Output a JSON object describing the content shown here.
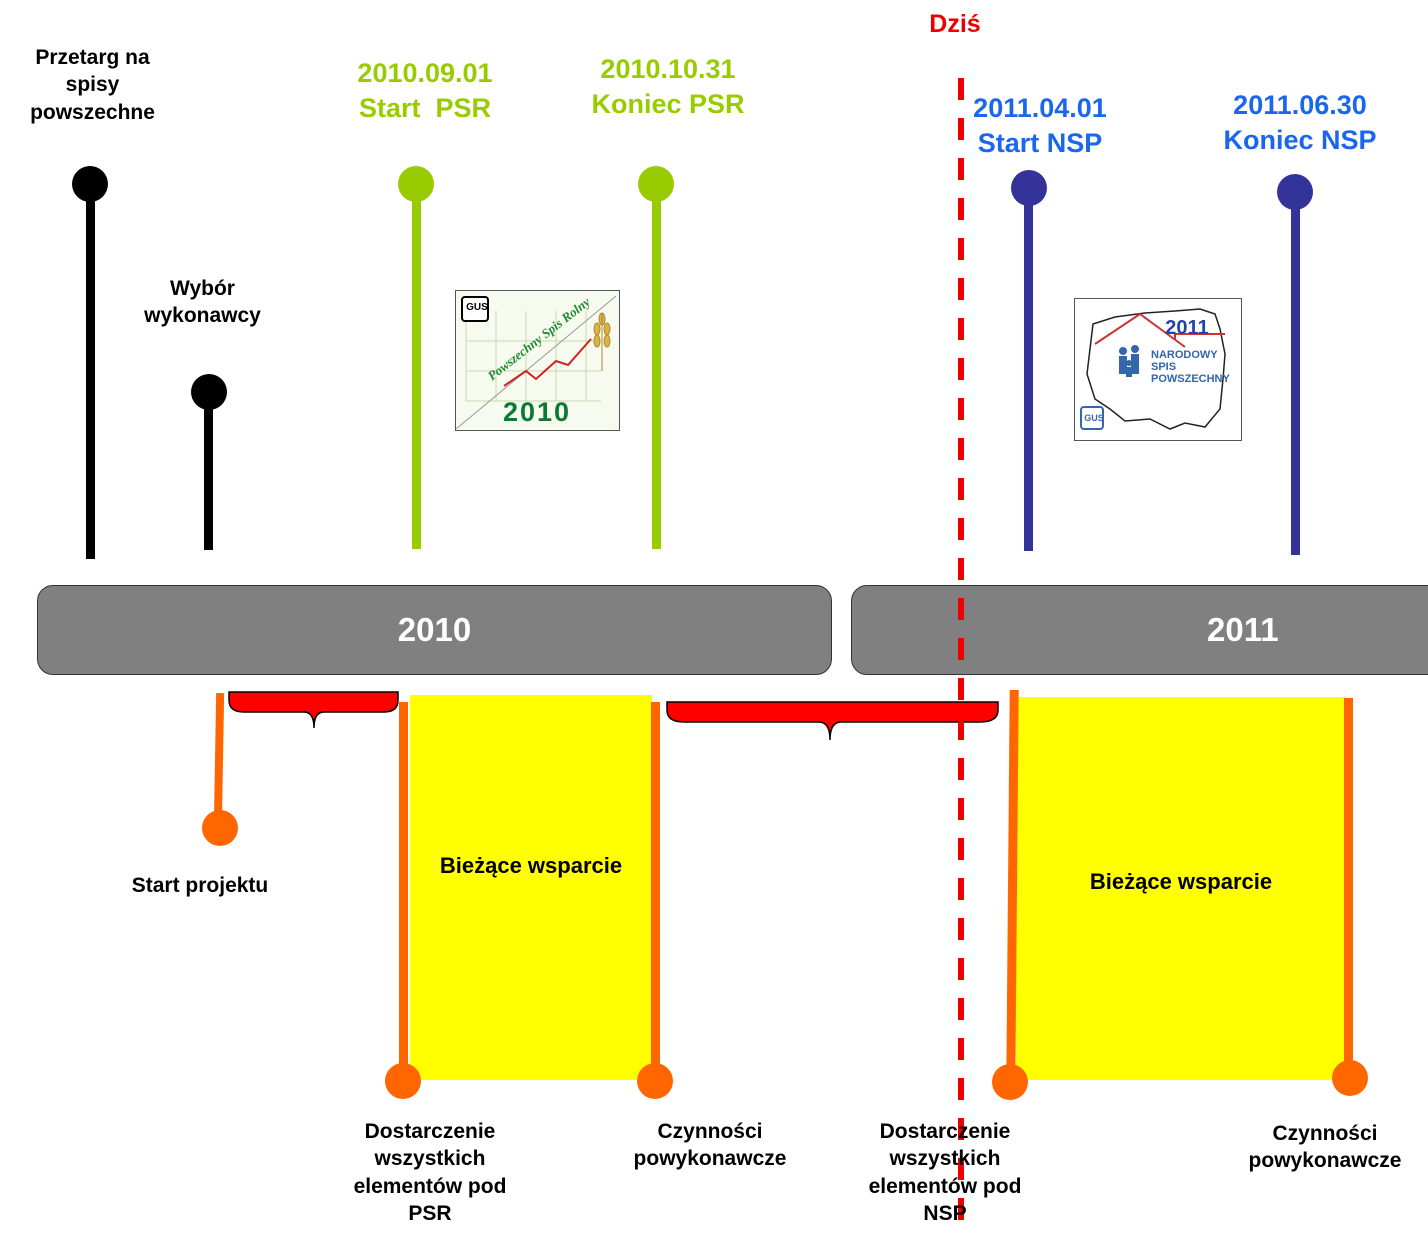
{
  "today_label": "Dziś",
  "years": [
    "2010",
    "2011"
  ],
  "milestones_top": [
    {
      "label_lines": [
        "Przetarg na",
        "spisy",
        "powszechne"
      ]
    },
    {
      "label_lines": [
        "Wybór",
        "wykonawcy"
      ]
    },
    {
      "label_lines": [
        "2010.09.01",
        "Start  PSR"
      ]
    },
    {
      "label_lines": [
        "2010.10.31",
        "Koniec PSR"
      ]
    },
    {
      "label_lines": [
        "2011.04.01",
        "Start NSP"
      ]
    },
    {
      "label_lines": [
        "2011.06.30",
        "Koniec NSP"
      ]
    }
  ],
  "milestones_bottom": [
    {
      "label_lines": [
        "Start projektu"
      ]
    },
    {
      "label_lines": [
        "Dostarczenie",
        "wszystkich",
        "elementów pod",
        "PSR"
      ]
    },
    {
      "label_lines": [
        "Czynności",
        "powykonawcze"
      ]
    },
    {
      "label_lines": [
        "Dostarczenie",
        "wszystkich",
        "elementów pod",
        "NSP"
      ]
    },
    {
      "label_lines": [
        "Czynności",
        "powykonawcze"
      ]
    }
  ],
  "support_periods": [
    "Bieżące wsparcie",
    "Bieżące wsparcie"
  ],
  "logos": {
    "psr": {
      "brand": "GUS",
      "title": "Powszechny Spis Rolny",
      "year": "2010"
    },
    "nsp": {
      "brand": "GUS",
      "year": "2011",
      "line1": "NARODOWY",
      "line2": "SPIS",
      "line3": "POWSZECHNY"
    }
  },
  "colors": {
    "black_milestone": "#000000",
    "psr_green": "#99cc00",
    "nsp_blue": "#333399",
    "nsp_text_blue": "#1a66ee",
    "bottom_orange": "#ff6600",
    "today_red": "#ee0000",
    "support_yellow": "#ffff00",
    "year_bar_gray": "#808080"
  }
}
